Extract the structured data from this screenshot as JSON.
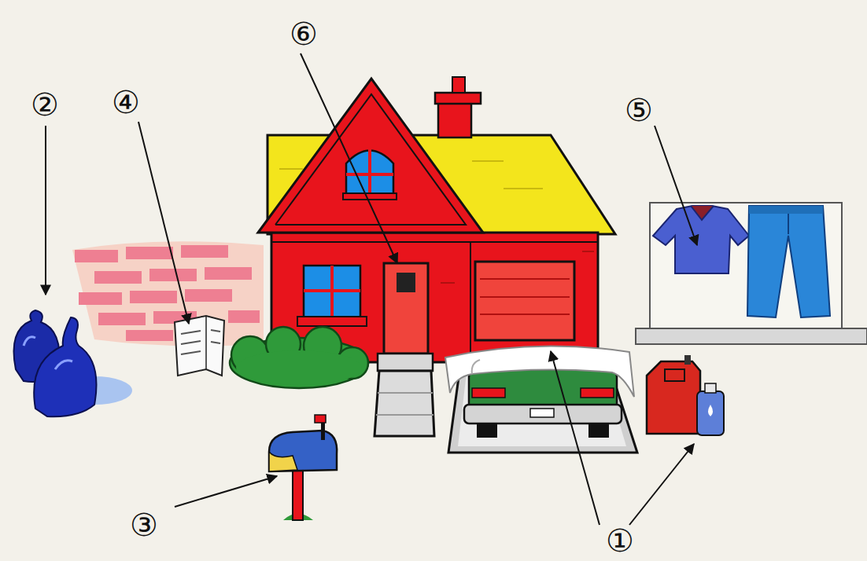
{
  "diagram": {
    "labels": [
      "②",
      "④",
      "⑥",
      "⑤",
      "③",
      "①"
    ]
  }
}
